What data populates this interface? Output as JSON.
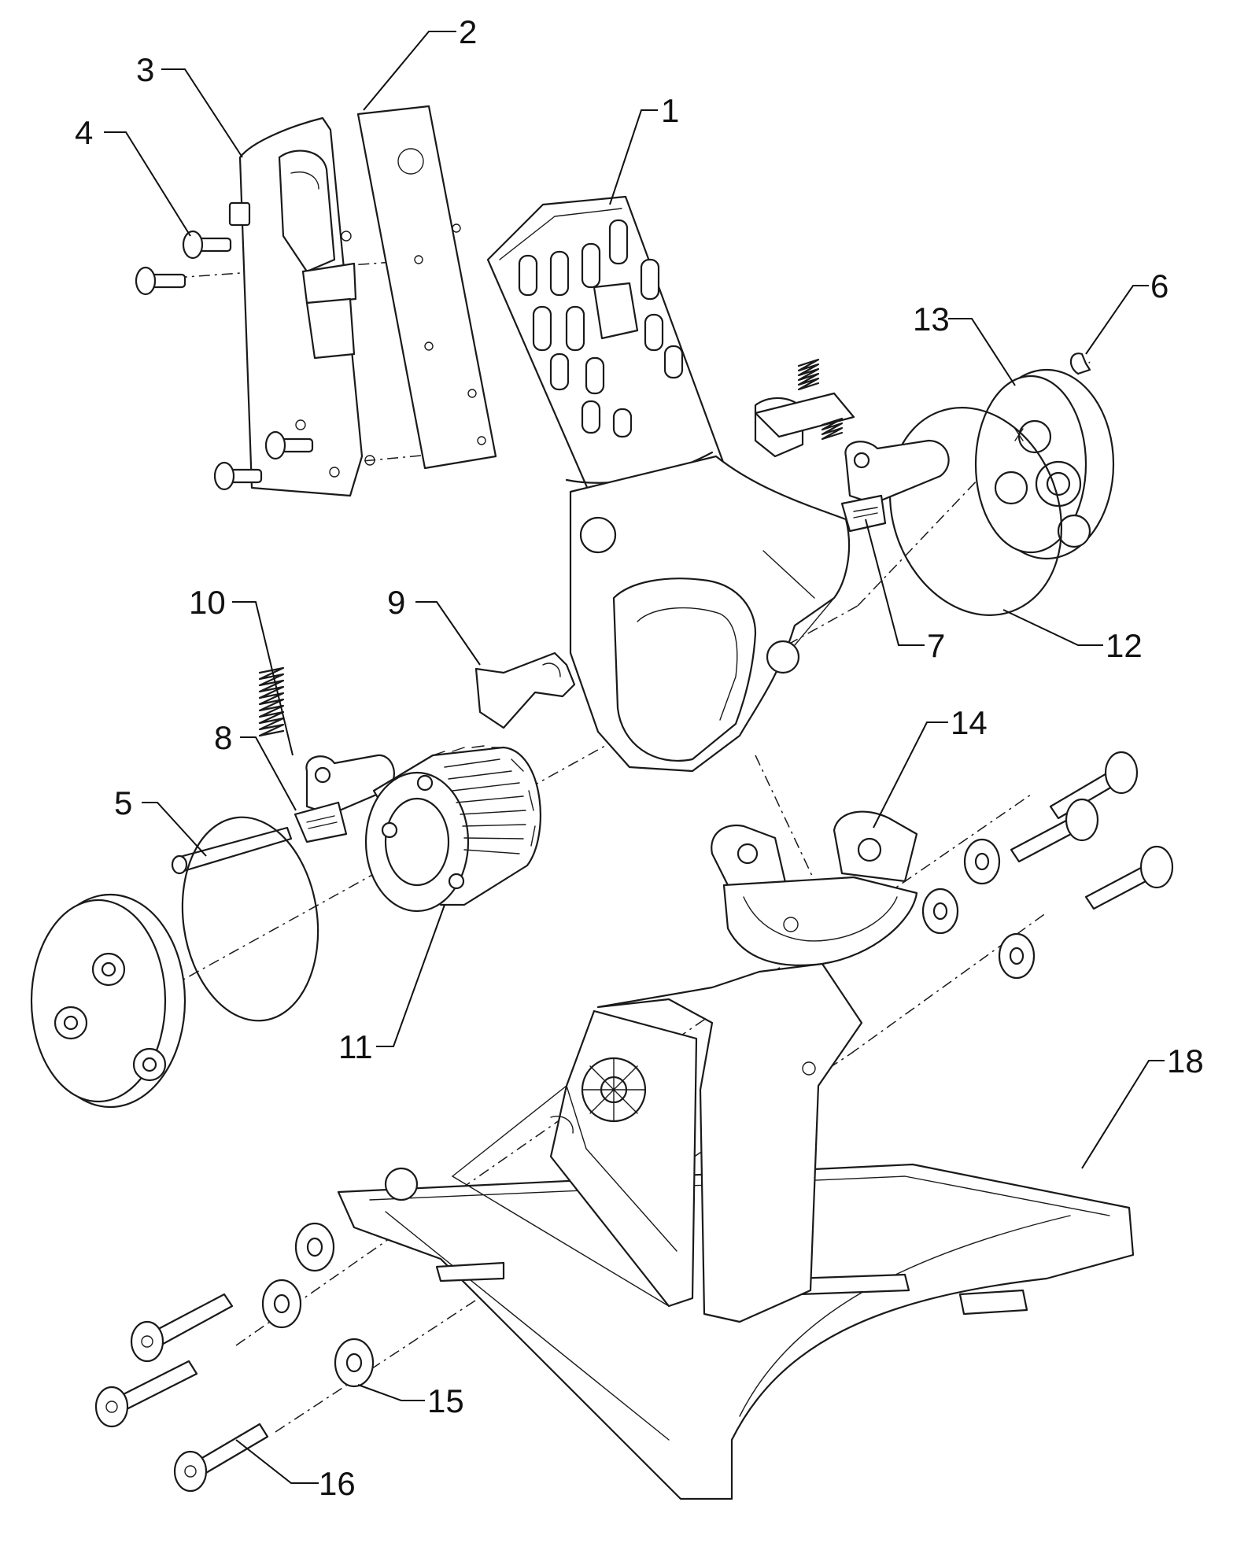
{
  "callouts": [
    {
      "id": "1",
      "part": "column"
    },
    {
      "id": "2",
      "part": "plate"
    },
    {
      "id": "3",
      "part": "adapter-plate"
    },
    {
      "id": "4",
      "part": "screw"
    },
    {
      "id": "5",
      "part": "pin"
    },
    {
      "id": "6",
      "part": "retaining-clip"
    },
    {
      "id": "7",
      "part": "latch"
    },
    {
      "id": "8",
      "part": "latch"
    },
    {
      "id": "9",
      "part": "wedge"
    },
    {
      "id": "10",
      "part": "spring"
    },
    {
      "id": "11",
      "part": "gear"
    },
    {
      "id": "12",
      "part": "o-ring"
    },
    {
      "id": "13",
      "part": "side-cap"
    },
    {
      "id": "14",
      "part": "saddle-bracket"
    },
    {
      "id": "15",
      "part": "washer"
    },
    {
      "id": "16",
      "part": "socket-head-screw"
    },
    {
      "id": "18",
      "part": "base"
    }
  ]
}
